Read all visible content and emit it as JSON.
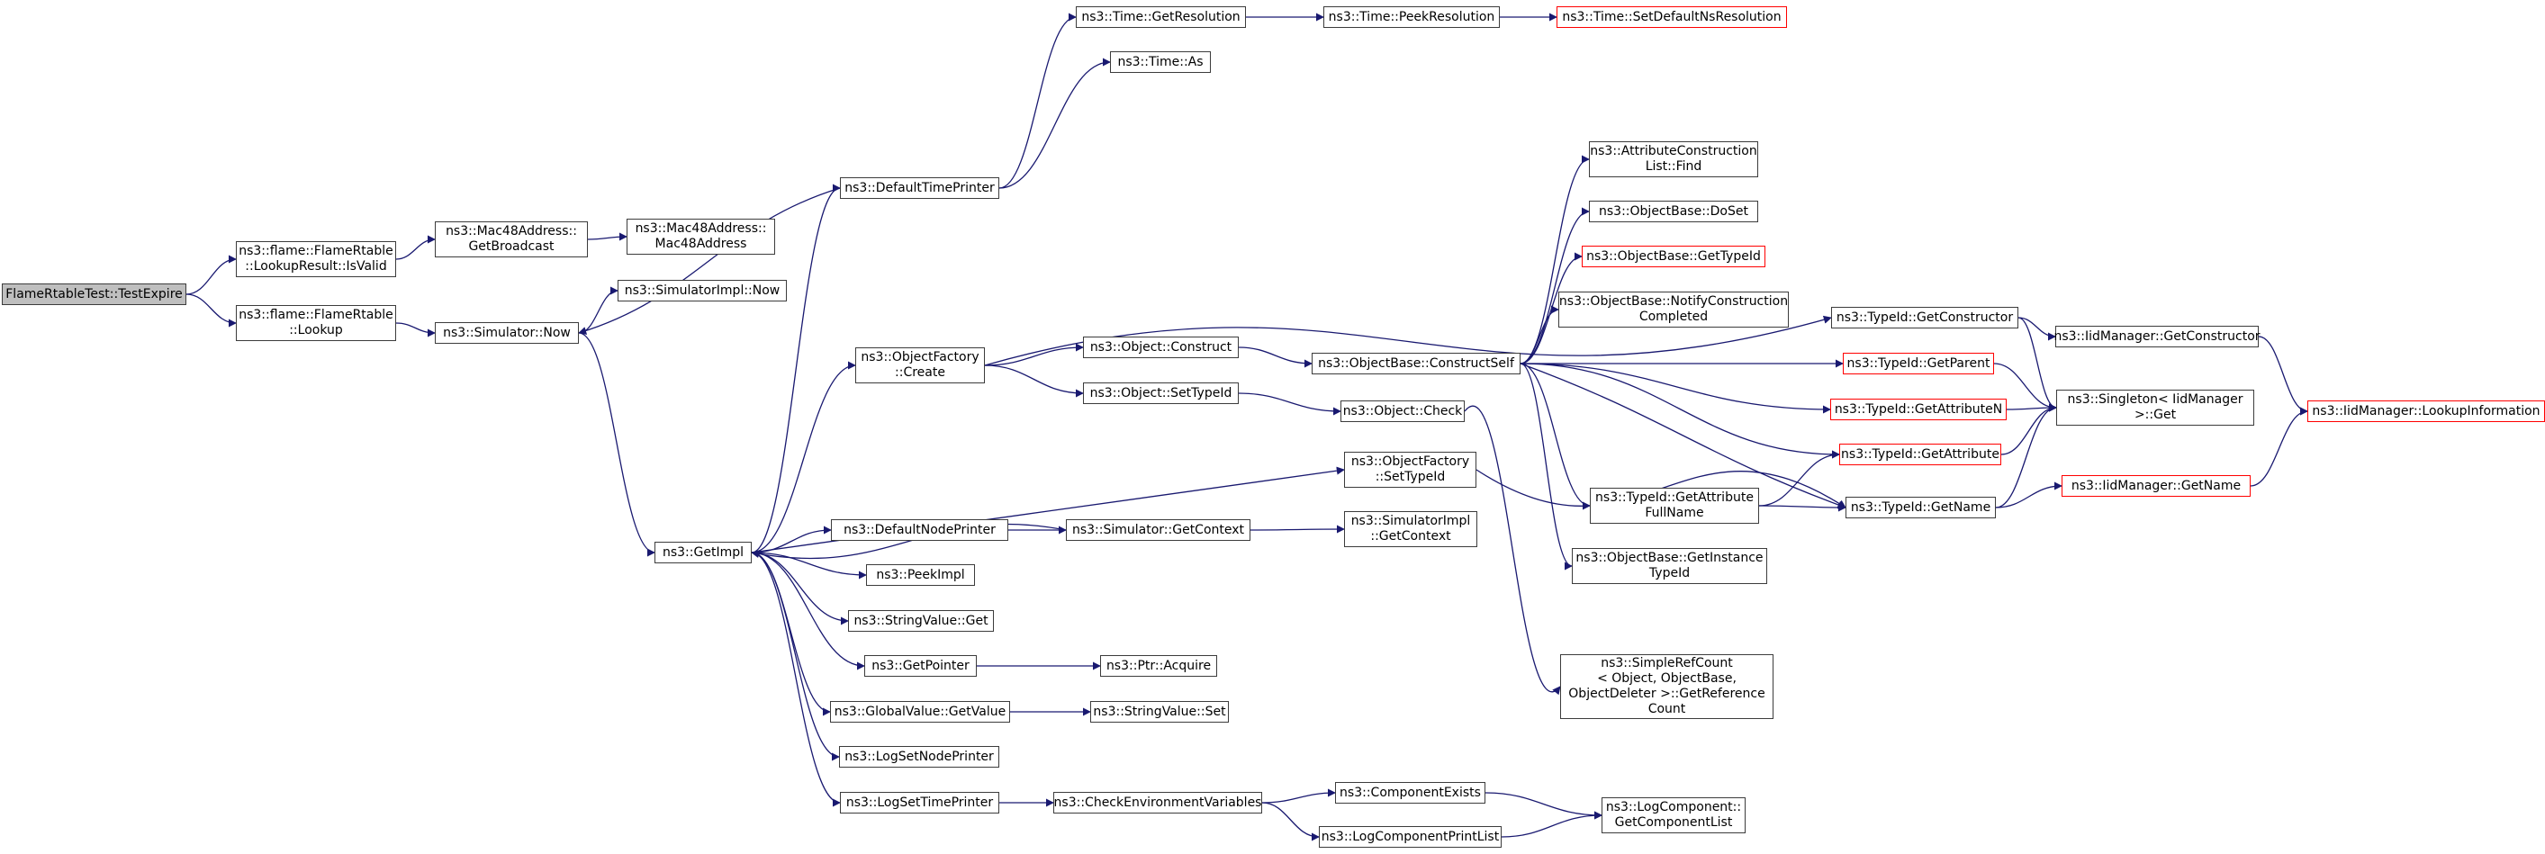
{
  "colors": {
    "edge": "#191970",
    "node_border": "#3c3c3c",
    "truncated_border": "#ff0000",
    "root_fill": "#bfbfbf"
  },
  "nodes": {
    "root": "FlameRtableTest::TestExpire",
    "isvalid": "ns3::flame::FlameRtable\n::LookupResult::IsValid",
    "lookup": "ns3::flame::FlameRtable\n::Lookup",
    "getbroadcast": "ns3::Mac48Address::\nGetBroadcast",
    "mac48": "ns3::Mac48Address::\nMac48Address",
    "simnow": "ns3::Simulator::Now",
    "simimplnow": "ns3::SimulatorImpl::Now",
    "getimpl": "ns3::GetImpl",
    "deftimeprinter": "ns3::DefaultTimePrinter",
    "getres": "ns3::Time::GetResolution",
    "peekres": "ns3::Time::PeekResolution",
    "setdefres": "ns3::Time::SetDefaultNsResolution",
    "timeas": "ns3::Time::As",
    "ofcreate": "ns3::ObjectFactory\n::Create",
    "objconstruct": "ns3::Object::Construct",
    "objsettypeid": "ns3::Object::SetTypeId",
    "objcheck": "ns3::Object::Check",
    "ofsettypeid": "ns3::ObjectFactory\n::SetTypeId",
    "constructself": "ns3::ObjectBase::ConstructSelf",
    "attrfind": "ns3::AttributeConstruction\nList::Find",
    "doset": "ns3::ObjectBase::DoSet",
    "obgettypeid": "ns3::ObjectBase::GetTypeId",
    "notifycc": "ns3::ObjectBase::NotifyConstruction\nCompleted",
    "getattrfullname": "ns3::TypeId::GetAttribute\nFullName",
    "getinstancetypeid": "ns3::ObjectBase::GetInstance\nTypeId",
    "simplerefcount": "ns3::SimpleRefCount\n< Object, ObjectBase,\n ObjectDeleter >::GetReference\nCount",
    "getconstructor": "ns3::TypeId::GetConstructor",
    "getparent": "ns3::TypeId::GetParent",
    "getattributen": "ns3::TypeId::GetAttributeN",
    "getattribute": "ns3::TypeId::GetAttribute",
    "getname": "ns3::TypeId::GetName",
    "iidgetconstructor": "ns3::IidManager::GetConstructor",
    "singletonget": "ns3::Singleton< IidManager\n >::Get",
    "iidgetname": "ns3::IidManager::GetName",
    "lookupinfo": "ns3::IidManager::LookupInformation",
    "defnodeprinter": "ns3::DefaultNodePrinter",
    "simgetcontext": "ns3::Simulator::GetContext",
    "simimplgetcontext": "ns3::SimulatorImpl\n::GetContext",
    "peekimpl": "ns3::PeekImpl",
    "strvalget": "ns3::StringValue::Get",
    "getpointer": "ns3::GetPointer",
    "ptracquire": "ns3::Ptr::Acquire",
    "globalgetvalue": "ns3::GlobalValue::GetValue",
    "strvalset": "ns3::StringValue::Set",
    "logsetnodeprinter": "ns3::LogSetNodePrinter",
    "logsettimeprinter": "ns3::LogSetTimePrinter",
    "checkenv": "ns3::CheckEnvironmentVariables",
    "compexists": "ns3::ComponentExists",
    "logcompprintlist": "ns3::LogComponentPrintList",
    "logcompgetlist": "ns3::LogComponent::\nGetComponentList"
  }
}
